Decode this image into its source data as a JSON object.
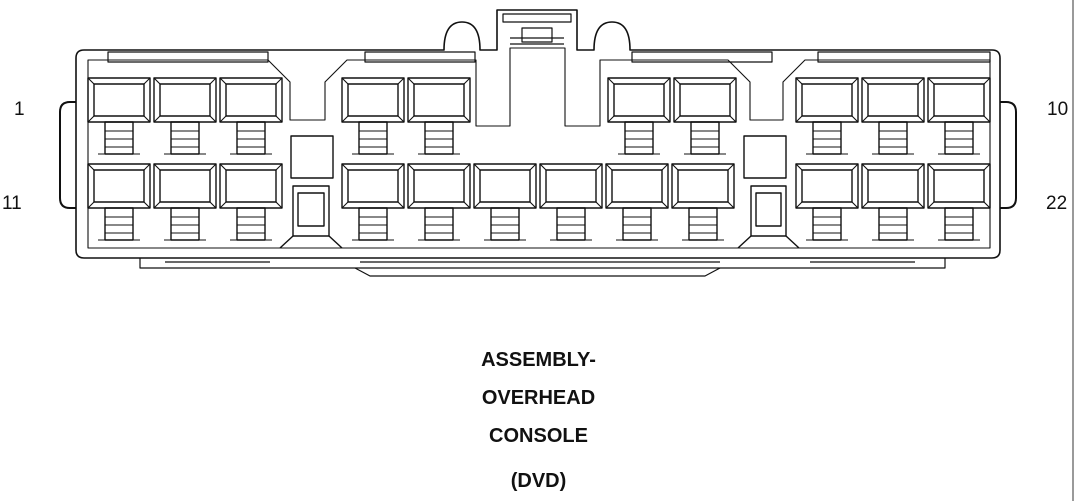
{
  "connector": {
    "pin_labels": {
      "top_left": "1",
      "top_right": "10",
      "bottom_left": "11",
      "bottom_right": "22"
    },
    "caption_lines": [
      "ASSEMBLY-",
      "OVERHEAD",
      "CONSOLE",
      "(DVD)"
    ]
  }
}
